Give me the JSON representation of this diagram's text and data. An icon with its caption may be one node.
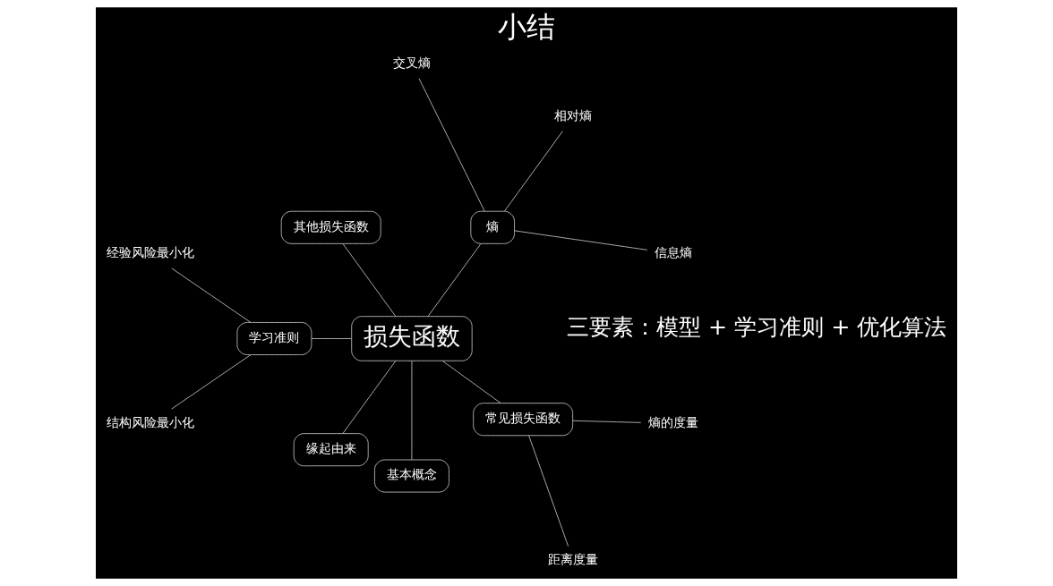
{
  "diagram": {
    "title": "小结",
    "nodes": [
      {
        "text": [
          "损失函数"
        ]
      },
      {
        "text": [
          "熵"
        ]
      },
      {
        "text": [
          "信息熵"
        ]
      },
      {
        "text": [
          "相对熵"
        ]
      },
      {
        "text": [
          "交叉熵"
        ]
      },
      {
        "text": [
          "其他损失函数"
        ]
      },
      {
        "text": [
          "学习准则"
        ]
      },
      {
        "text": [
          "经验风险最小化"
        ]
      },
      {
        "text": [
          "结构风险最小化"
        ]
      },
      {
        "text": [
          "缘起由来"
        ]
      },
      {
        "text": [
          "基本概念"
        ]
      },
      {
        "text": [
          "常见损失函数"
        ]
      },
      {
        "text": [
          "距离度量"
        ]
      },
      {
        "text": [
          "熵的度量"
        ]
      }
    ],
    "edges": [
      {
        "from": 0,
        "to": 1,
        "arrow": "none"
      },
      {
        "from": 1,
        "to": 2,
        "arrow": "none"
      },
      {
        "from": 1,
        "to": 3,
        "arrow": "none"
      },
      {
        "from": 1,
        "to": 4,
        "arrow": "none"
      },
      {
        "from": 0,
        "to": 5,
        "arrow": "none"
      },
      {
        "from": 0,
        "to": 6,
        "arrow": "none"
      },
      {
        "from": 6,
        "to": 7,
        "arrow": "none"
      },
      {
        "from": 6,
        "to": 8,
        "arrow": "none"
      },
      {
        "from": 0,
        "to": 9,
        "arrow": "none"
      },
      {
        "from": 0,
        "to": 10,
        "arrow": "none"
      },
      {
        "from": 0,
        "to": 11,
        "arrow": "none"
      },
      {
        "from": 11,
        "to": 12,
        "arrow": "none"
      },
      {
        "from": 11,
        "to": 13,
        "arrow": "none"
      }
    ],
    "labels": [
      "三要素：模型 + 学习准则 + 优化算法"
    ]
  }
}
